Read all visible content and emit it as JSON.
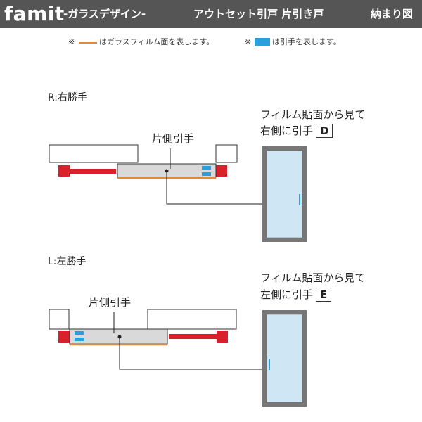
{
  "header": {
    "brand": "famit",
    "subtitle": "-ガラスデザイン-",
    "product": "アウトセット引戸 片引き戸",
    "drawing_label": "納まり図"
  },
  "legend": {
    "film_prefix": "※",
    "film_text": "はガラスフィルム面を表します。",
    "handle_prefix": "※",
    "handle_text": "は引手を表します。"
  },
  "colors": {
    "header_bg": "#555555",
    "film_line": "#e08a3a",
    "handle": "#2b9fd9",
    "frame_red": "#d9202b",
    "door_panel": "#d9d9d9",
    "glass": "#cfe6f4",
    "door_frame": "#777777"
  },
  "right_hand": {
    "label": "R:右勝手",
    "handle_label": "片側引手",
    "note_line1": "フィルム貼面から見て",
    "note_line2": "右側に引手",
    "badge": "D"
  },
  "left_hand": {
    "label": "L:左勝手",
    "handle_label": "片側引手",
    "note_line1": "フィルム貼面から見て",
    "note_line2": "左側に引手",
    "badge": "E"
  }
}
